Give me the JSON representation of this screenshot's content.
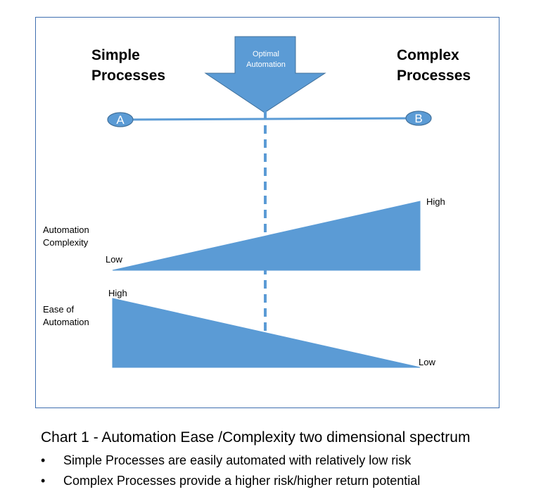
{
  "diagram": {
    "left_heading": "Simple\nProcesses",
    "right_heading": "Complex\nProcesses",
    "arrow_label": "Optimal\nAutomation",
    "node_a": "A",
    "node_b": "B",
    "complexity": {
      "label": "Automation\nComplexity",
      "low": "Low",
      "high": "High"
    },
    "ease": {
      "label": "Ease of\nAutomation",
      "high": "High",
      "low": "Low"
    },
    "fill_color": "#5b9bd5",
    "border_color": "#3f6fb0"
  },
  "caption": {
    "title": "Chart 1  - Automation Ease /Complexity two dimensional spectrum",
    "bullets": [
      "Simple Processes are easily automated with relatively low risk",
      "Complex Processes provide a higher risk/higher return potential"
    ]
  }
}
